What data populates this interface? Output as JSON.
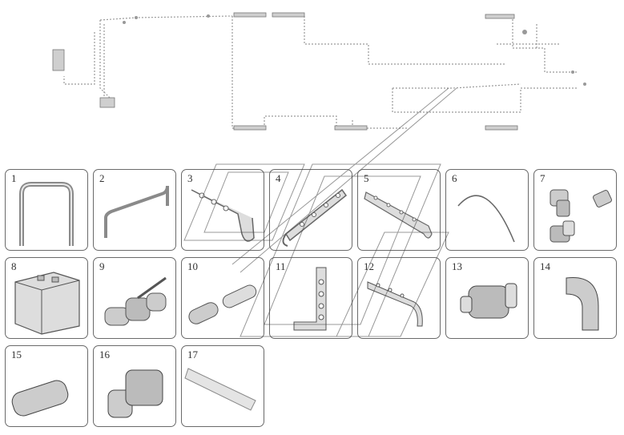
{
  "diagram": {
    "parts": [
      {
        "number": "1",
        "icon": "u-tube-icon"
      },
      {
        "number": "2",
        "icon": "bent-tube-icon"
      },
      {
        "number": "3",
        "icon": "bracket-icon"
      },
      {
        "number": "4",
        "icon": "perforated-bracket-icon"
      },
      {
        "number": "5",
        "icon": "perforated-strip-icon"
      },
      {
        "number": "6",
        "icon": "arc-tube-icon"
      },
      {
        "number": "7",
        "icon": "pipe-fittings-icon"
      },
      {
        "number": "8",
        "icon": "tank-icon"
      },
      {
        "number": "9",
        "icon": "ball-valve-icon"
      },
      {
        "number": "10",
        "icon": "tube-segments-icon"
      },
      {
        "number": "11",
        "icon": "angle-bracket-icon"
      },
      {
        "number": "12",
        "icon": "curved-bracket-icon"
      },
      {
        "number": "13",
        "icon": "bulkhead-fitting-icon"
      },
      {
        "number": "14",
        "icon": "elbow-icon"
      },
      {
        "number": "15",
        "icon": "hose-nipple-icon"
      },
      {
        "number": "16",
        "icon": "hex-adapter-icon"
      },
      {
        "number": "17",
        "icon": "gasket-strip-icon"
      }
    ],
    "line_color": "#8a8a8a"
  }
}
